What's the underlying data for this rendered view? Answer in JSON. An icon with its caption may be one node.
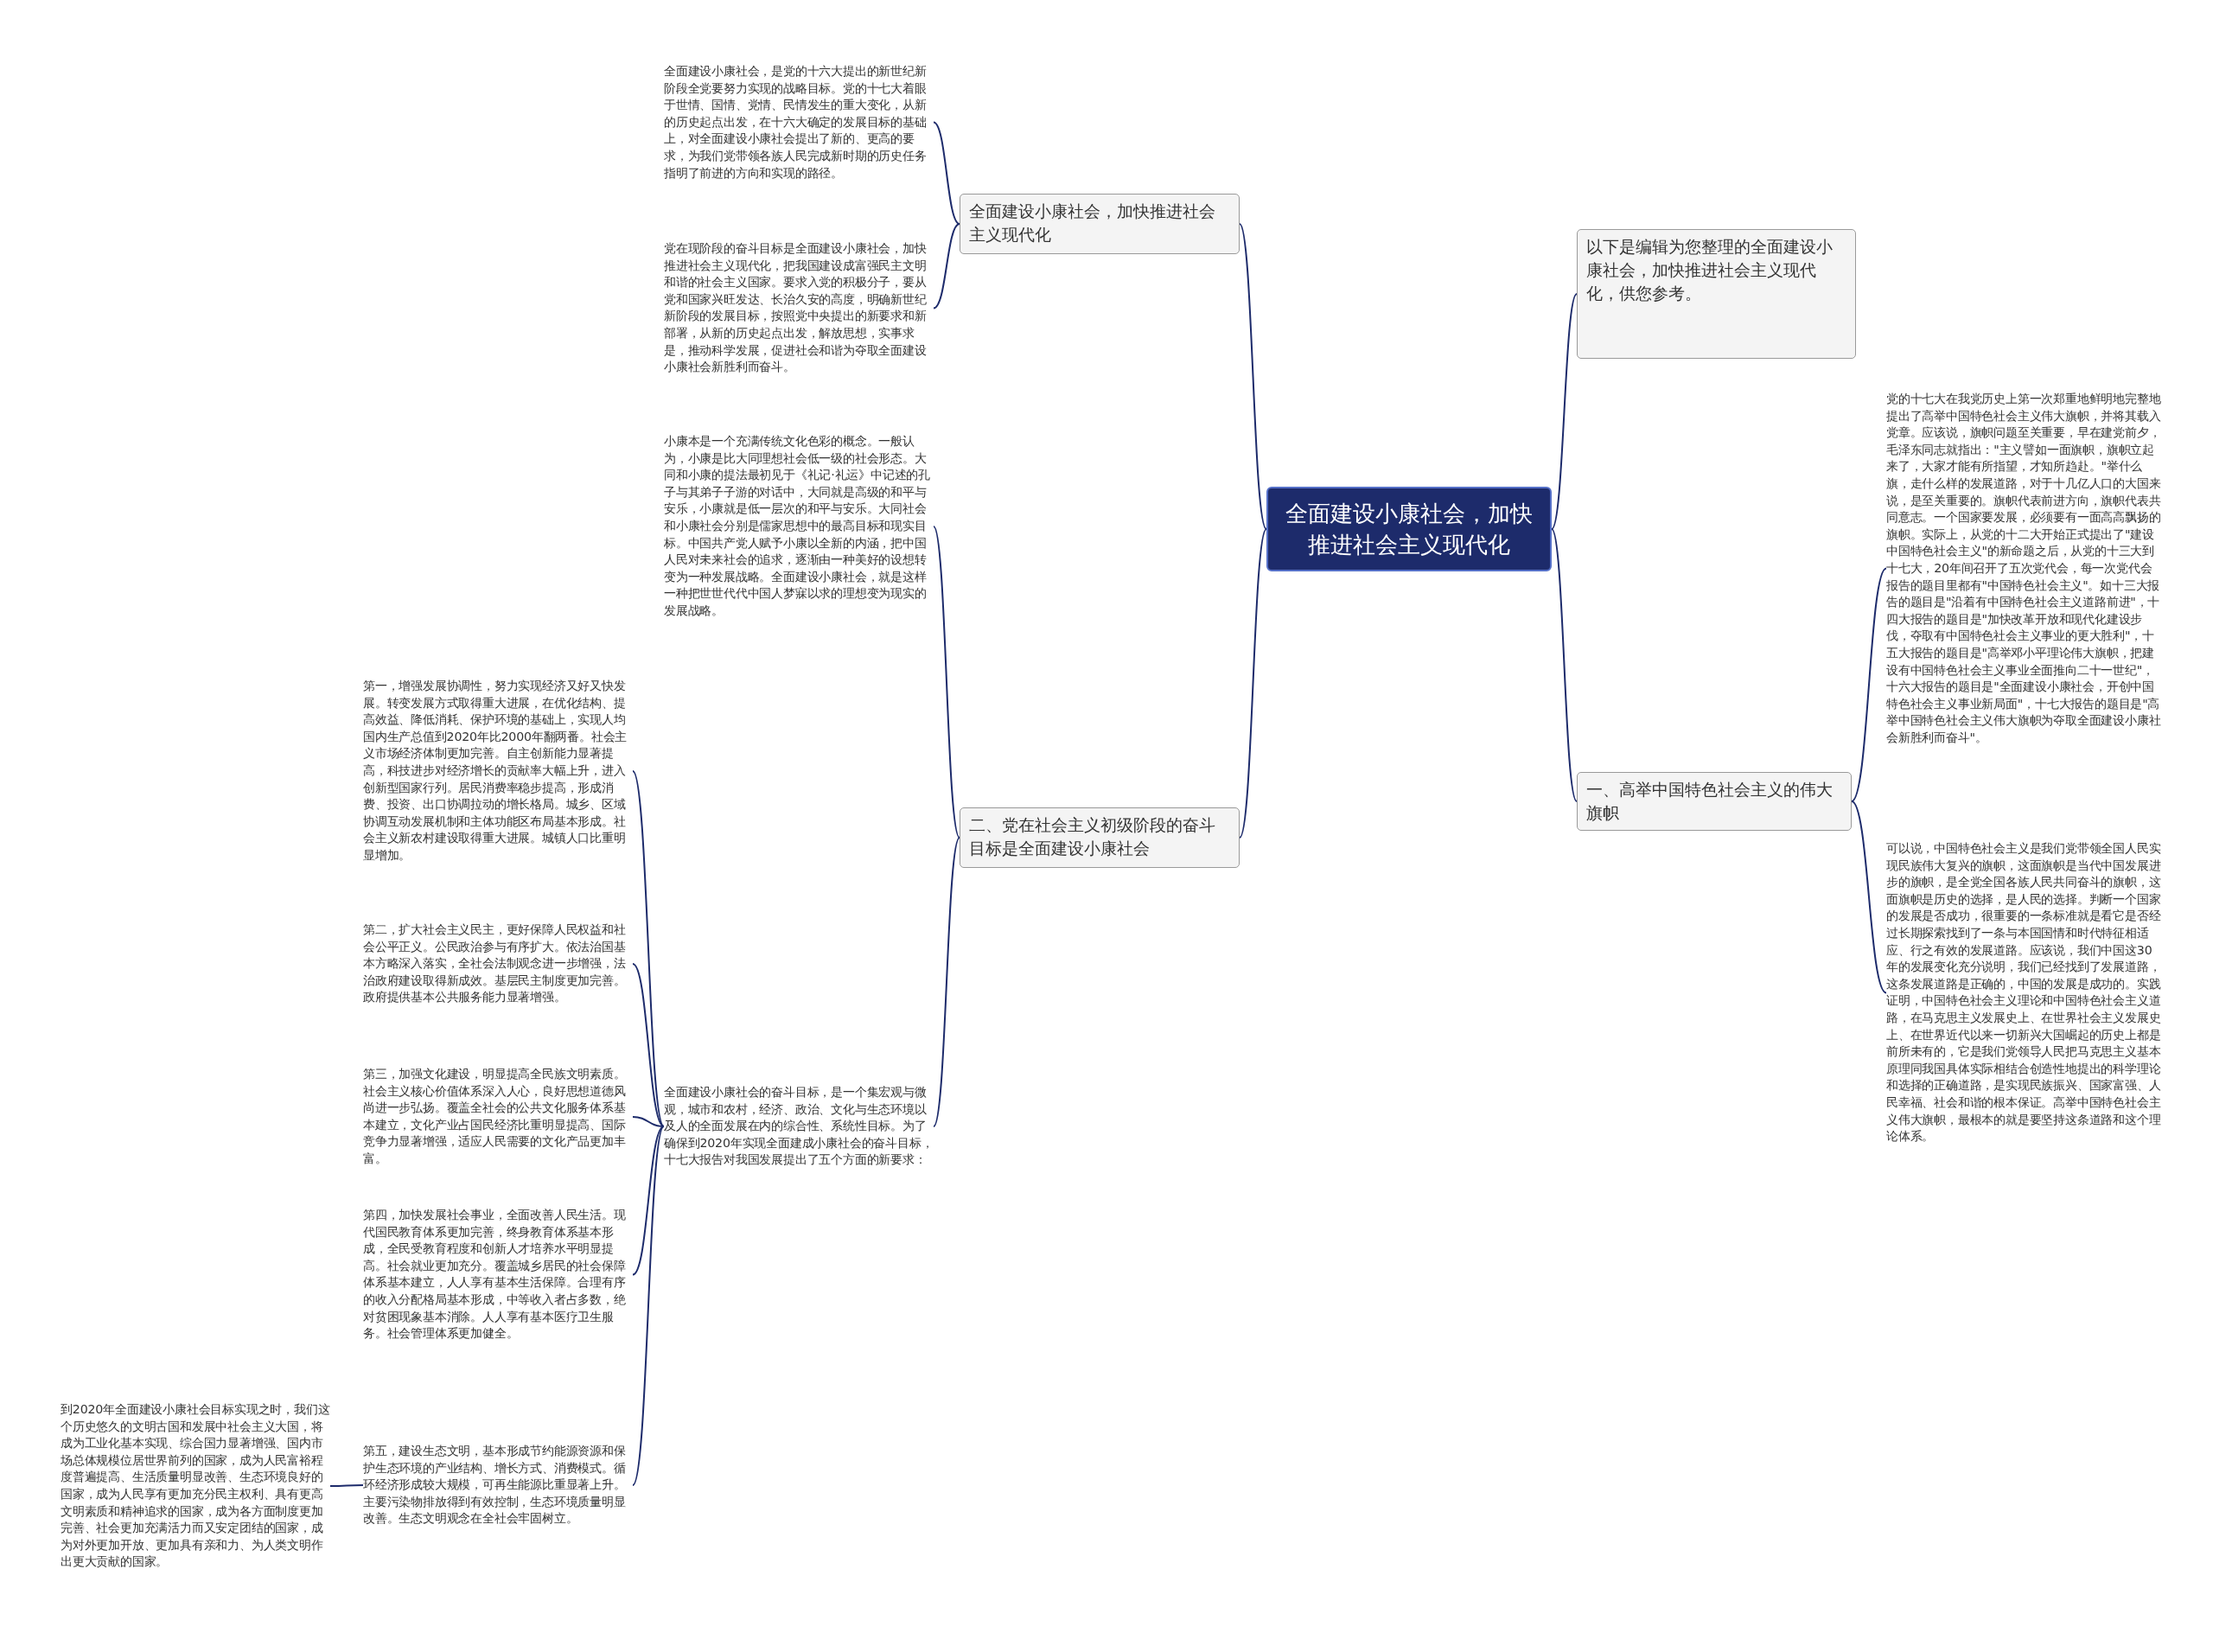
{
  "diagram": {
    "nodes": [
      {
        "text": [
          "全面建设小康社会，加快推进社会主义现代化"
        ]
      },
      {
        "text": [
          "以下是编辑为您整理的全面建设小康社会，加快推进社会主义现代化，供您参考。"
        ]
      },
      {
        "text": [
          "一、高举中国特色社会主义的伟大旗帜"
        ]
      },
      {
        "text": [
          "党的十七大在我党历史上第一次郑重地鲜明地完整地提出了高举中国特色社会主义伟大旗帜，并将其载入党章。应该说，旗帜问题至关重要，早在建党前夕，毛泽东同志就指出：\"主义譬如一面旗帜，旗帜立起来了，大家才能有所指望，才知所趋赴。\"举什么旗，走什么样的发展道路，对于十几亿人口的大国来说，是至关重要的。旗帜代表前进方向，旗帜代表共同意志。一个国家要发展，必须要有一面高高飘扬的旗帜。实际上，从党的十二大开始正式提出了\"建设中国特色社会主义\"的新命题之后，从党的十三大到十七大，20年间召开了五次党代会，每一次党代会报告的题目里都有\"中国特色社会主义\"。如十三大报告的题目是\"沿着有中国特色社会主义道路前进\"，十四大报告的题目是\"加快改革开放和现代化建设步伐，夺取有中国特色社会主义事业的更大胜利\"，十五大报告的题目是\"高举邓小平理论伟大旗帜，把建设有中国特色社会主义事业全面推向二十一世纪\"，十六大报告的题目是\"全面建设小康社会，开创中国特色社会主义事业新局面\"，十七大报告的题目是\"高举中国特色社会主义伟大旗帜为夺取全面建设小康社会新胜利而奋斗\"。"
        ]
      },
      {
        "text": [
          "可以说，中国特色社会主义是我们党带领全国人民实现民族伟大复兴的旗帜，这面旗帜是当代中国发展进步的旗帜，是全党全国各族人民共同奋斗的旗帜，这面旗帜是历史的选择，是人民的选择。判断一个国家的发展是否成功，很重要的一条标准就是看它是否经过长期探索找到了一条与本国国情和时代特征相适应、行之有效的发展道路。应该说，我们中国这30年的发展变化充分说明，我们已经找到了发展道路，这条发展道路是正确的，中国的发展是成功的。实践证明，中国特色社会主义理论和中国特色社会主义道路，在马克思主义发展史上、在世界社会主义发展史上、在世界近代以来一切新兴大国崛起的历史上都是前所未有的，它是我们党领导人民把马克思主义基本原理同我国具体实际相结合创造性地提出的科学理论和选择的正确道路，是实现民族振兴、国家富强、人民幸福、社会和谐的根本保证。高举中国特色社会主义伟大旗帜，最根本的就是要坚持这条道路和这个理论体系。"
        ]
      },
      {
        "text": [
          "全面建设小康社会，加快推进社会主义现代化"
        ]
      },
      {
        "text": [
          "全面建设小康社会，是党的十六大提出的新世纪新阶段全党要努力实现的战略目标。党的十七大着眼于世情、国情、党情、民情发生的重大变化，从新的历史起点出发，在十六大确定的发展目标的基础上，对全面建设小康社会提出了新的、更高的要求，为我们党带领各族人民完成新时期的历史任务指明了前进的方向和实现的路径。"
        ]
      },
      {
        "text": [
          "党在现阶段的奋斗目标是全面建设小康社会，加快推进社会主义现代化，把我国建设成富强民主文明和谐的社会主义国家。要求入党的积极分子，要从党和国家兴旺发达、长治久安的高度，明确新世纪新阶段的发展目标，按照党中央提出的新要求和新部署，从新的历史起点出发，解放思想，实事求是，推动科学发展，促进社会和谐为夺取全面建设小康社会新胜利而奋斗。"
        ]
      },
      {
        "text": [
          "二、党在社会主义初级阶段的奋斗目标是全面建设小康社会"
        ]
      },
      {
        "text": [
          "小康本是一个充满传统文化色彩的概念。一般认为，小康是比大同理想社会低一级的社会形态。大同和小康的提法最初见于《礼记·礼运》中记述的孔子与其弟子子游的对话中，大同就是高级的和平与安乐，小康就是低一层次的和平与安乐。大同社会和小康社会分别是儒家思想中的最高目标和现实目标。中国共产党人赋予小康以全新的内涵，把中国人民对未来社会的追求，逐渐由一种美好的设想转变为一种发展战略。全面建设小康社会，就是这样一种把世世代代中国人梦寐以求的理想变为现实的发展战略。"
        ]
      },
      {
        "text": [
          "全面建设小康社会的奋斗目标，是一个集宏观与微观，城市和农村，经济、政治、文化与生态环境以及人的全面发展在内的综合性、系统性目标。为了确保到2020年实现全面建成小康社会的奋斗目标，十七大报告对我国发展提出了五个方面的新要求："
        ]
      },
      {
        "text": [
          "第一，增强发展协调性，努力实现经济又好又快发展。转变发展方式取得重大进展，在优化结构、提高效益、降低消耗、保护环境的基础上，实现人均国内生产总值到2020年比2000年翻两番。社会主义市场经济体制更加完善。自主创新能力显著提高，科技进步对经济增长的贡献率大幅上升，进入创新型国家行列。居民消费率稳步提高，形成消费、投资、出口协调拉动的增长格局。城乡、区域协调互动发展机制和主体功能区布局基本形成。社会主义新农村建设取得重大进展。城镇人口比重明显增加。"
        ]
      },
      {
        "text": [
          "第二，扩大社会主义民主，更好保障人民权益和社会公平正义。公民政治参与有序扩大。依法治国基本方略深入落实，全社会法制观念进一步增强，法治政府建设取得新成效。基层民主制度更加完善。政府提供基本公共服务能力显著增强。"
        ]
      },
      {
        "text": [
          "第三，加强文化建设，明显提高全民族文明素质。社会主义核心价值体系深入人心，良好思想道德风尚进一步弘扬。覆盖全社会的公共文化服务体系基本建立，文化产业占国民经济比重明显提高、国际竞争力显著增强，适应人民需要的文化产品更加丰富。"
        ]
      },
      {
        "text": [
          "第四，加快发展社会事业，全面改善人民生活。现代国民教育体系更加完善，终身教育体系基本形成，全民受教育程度和创新人才培养水平明显提高。社会就业更加充分。覆盖城乡居民的社会保障体系基本建立，人人享有基本生活保障。合理有序的收入分配格局基本形成，中等收入者占多数，绝对贫困现象基本消除。人人享有基本医疗卫生服务。社会管理体系更加健全。"
        ]
      },
      {
        "text": [
          "第五，建设生态文明，基本形成节约能源资源和保护生态环境的产业结构、增长方式、消费模式。循环经济形成较大规模，可再生能源比重显著上升。主要污染物排放得到有效控制，生态环境质量明显改善。生态文明观念在全社会牢固树立。"
        ]
      },
      {
        "text": [
          "到2020年全面建设小康社会目标实现之时，我们这个历史悠久的文明古国和发展中社会主义大国，将成为工业化基本实现、综合国力显著增强、国内市场总体规模位居世界前列的国家，成为人民富裕程度普遍提高、生活质量明显改善、生态环境良好的国家，成为人民享有更加充分民主权利、具有更高文明素质和精神追求的国家，成为各方面制度更加完善、社会更加充满活力而又安定团结的国家，成为对外更加开放、更加具有亲和力、为人类文明作出更大贡献的国家。"
        ]
      }
    ],
    "edges": [
      {
        "from": 0,
        "to": 1,
        "arrow": "none"
      },
      {
        "from": 0,
        "to": 2,
        "arrow": "none"
      },
      {
        "from": 2,
        "to": 3,
        "arrow": "none"
      },
      {
        "from": 2,
        "to": 4,
        "arrow": "none"
      },
      {
        "from": 0,
        "to": 5,
        "arrow": "none"
      },
      {
        "from": 5,
        "to": 6,
        "arrow": "none"
      },
      {
        "from": 5,
        "to": 7,
        "arrow": "none"
      },
      {
        "from": 0,
        "to": 8,
        "arrow": "none"
      },
      {
        "from": 8,
        "to": 9,
        "arrow": "none"
      },
      {
        "from": 8,
        "to": 10,
        "arrow": "none"
      },
      {
        "from": 10,
        "to": 11,
        "arrow": "none"
      },
      {
        "from": 10,
        "to": 12,
        "arrow": "none"
      },
      {
        "from": 10,
        "to": 13,
        "arrow": "none"
      },
      {
        "from": 10,
        "to": 14,
        "arrow": "none"
      },
      {
        "from": 10,
        "to": 15,
        "arrow": "none"
      },
      {
        "from": 15,
        "to": 16,
        "arrow": "none"
      }
    ]
  }
}
